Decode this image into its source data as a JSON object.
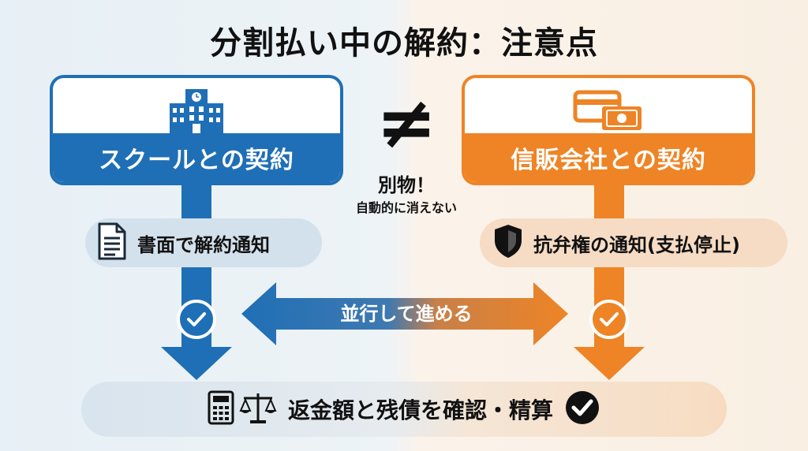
{
  "title": "分割払い中の解約：注意点",
  "left_card": {
    "label": "スクールとの契約",
    "icon": "school-building-icon",
    "color": "#1f6fb6"
  },
  "right_card": {
    "label": "信販会社との契約",
    "icon": "credit-card-cash-icon",
    "color": "#ee8425"
  },
  "not_equal": "≠",
  "separate": {
    "main": "別物！",
    "sub": "自動的に消えない"
  },
  "left_step": {
    "label": "書面で解約通知",
    "icon": "document-icon"
  },
  "right_step": {
    "label": "抗弁権の通知(支払停止)",
    "icon": "shield-icon"
  },
  "parallel": {
    "label": "並行して進める"
  },
  "bottom": {
    "label": "返金額と残債を確認・精算",
    "icons": [
      "calculator-icon",
      "scales-icon",
      "check-circle-icon"
    ]
  }
}
